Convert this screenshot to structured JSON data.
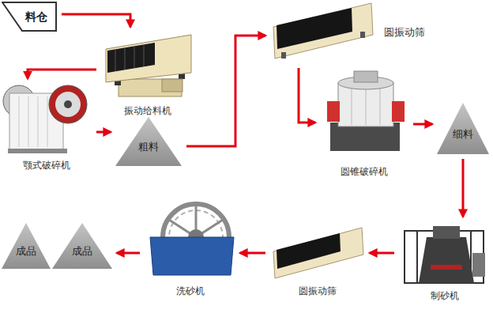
{
  "diagram": {
    "nodes": [
      {
        "text": [
          "料仓"
        ]
      },
      {
        "text": [
          "振动给料机"
        ]
      },
      {
        "text": [
          "颚式破碎机"
        ]
      },
      {
        "text": [
          "粗料"
        ]
      },
      {
        "text": [
          "圆振动筛"
        ]
      },
      {
        "text": [
          "圆锥破碎机"
        ]
      },
      {
        "text": [
          "细料"
        ]
      },
      {
        "text": [
          "制砂机"
        ]
      },
      {
        "text": [
          "圆振动筛"
        ]
      },
      {
        "text": [
          "洗砂机"
        ]
      },
      {
        "text": [
          "成品"
        ]
      },
      {
        "text": [
          "成品"
        ]
      }
    ],
    "edges": [
      {
        "from": 0,
        "to": 1,
        "arrow": "to"
      },
      {
        "from": 1,
        "to": 2,
        "arrow": "to"
      },
      {
        "from": 2,
        "to": 3,
        "arrow": "to"
      },
      {
        "from": 3,
        "to": 4,
        "arrow": "to"
      },
      {
        "from": 4,
        "to": 5,
        "arrow": "to"
      },
      {
        "from": 5,
        "to": 6,
        "arrow": "to"
      },
      {
        "from": 6,
        "to": 7,
        "arrow": "to"
      },
      {
        "from": 7,
        "to": 8,
        "arrow": "to"
      },
      {
        "from": 8,
        "to": 9,
        "arrow": "to"
      },
      {
        "from": 9,
        "to": 10,
        "arrow": "to"
      }
    ]
  }
}
